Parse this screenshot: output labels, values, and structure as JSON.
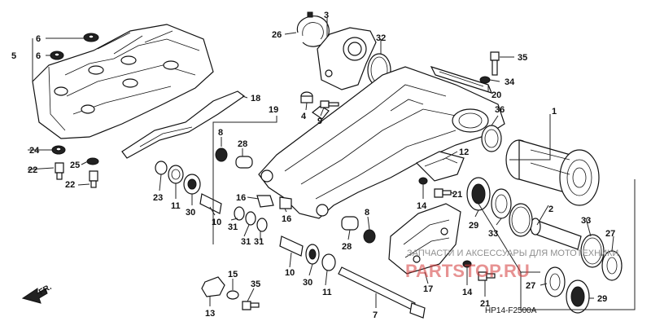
{
  "diagram": {
    "part_code": "HP14-F2500A",
    "front_indicator": "FR.",
    "watermark_text": "ЗАПЧАСТИ И АКСЕССУАРЫ ДЛЯ МОТОТЕХНИКИ",
    "watermark_logo": "PARTSTOP.RU",
    "callouts": [
      {
        "id": "c5",
        "text": "5"
      },
      {
        "id": "c6a",
        "text": "6"
      },
      {
        "id": "c6b",
        "text": "6"
      },
      {
        "id": "c24",
        "text": "24"
      },
      {
        "id": "c25",
        "text": "25"
      },
      {
        "id": "c22a",
        "text": "22"
      },
      {
        "id": "c22b",
        "text": "22"
      },
      {
        "id": "c26",
        "text": "26"
      },
      {
        "id": "c3",
        "text": "3"
      },
      {
        "id": "c32",
        "text": "32"
      },
      {
        "id": "c35a",
        "text": "35"
      },
      {
        "id": "c34",
        "text": "34"
      },
      {
        "id": "c20",
        "text": "20"
      },
      {
        "id": "c18",
        "text": "18"
      },
      {
        "id": "c19",
        "text": "19"
      },
      {
        "id": "c4",
        "text": "4"
      },
      {
        "id": "c9",
        "text": "9"
      },
      {
        "id": "c36",
        "text": "36"
      },
      {
        "id": "c1",
        "text": "1"
      },
      {
        "id": "c12",
        "text": "12"
      },
      {
        "id": "c8a",
        "text": "8"
      },
      {
        "id": "c28a",
        "text": "28"
      },
      {
        "id": "c23",
        "text": "23"
      },
      {
        "id": "c11a",
        "text": "11"
      },
      {
        "id": "c30a",
        "text": "30"
      },
      {
        "id": "c10a",
        "text": "10"
      },
      {
        "id": "c16a",
        "text": "16"
      },
      {
        "id": "c16b",
        "text": "16"
      },
      {
        "id": "c31a",
        "text": "31"
      },
      {
        "id": "c31b",
        "text": "31"
      },
      {
        "id": "c31c",
        "text": "31"
      },
      {
        "id": "c8b",
        "text": "8"
      },
      {
        "id": "c28b",
        "text": "28"
      },
      {
        "id": "c14a",
        "text": "14"
      },
      {
        "id": "c21a",
        "text": "21"
      },
      {
        "id": "c29a",
        "text": "29"
      },
      {
        "id": "c33a",
        "text": "33"
      },
      {
        "id": "c2",
        "text": "2"
      },
      {
        "id": "c33b",
        "text": "33"
      },
      {
        "id": "c27a",
        "text": "27"
      },
      {
        "id": "c17",
        "text": "17"
      },
      {
        "id": "c14b",
        "text": "14"
      },
      {
        "id": "c21b",
        "text": "21"
      },
      {
        "id": "c27b",
        "text": "27"
      },
      {
        "id": "c29b",
        "text": "29"
      },
      {
        "id": "c15",
        "text": "15"
      },
      {
        "id": "c35b",
        "text": "35"
      },
      {
        "id": "c13",
        "text": "13"
      },
      {
        "id": "c10b",
        "text": "10"
      },
      {
        "id": "c30b",
        "text": "30"
      },
      {
        "id": "c11b",
        "text": "11"
      },
      {
        "id": "c7",
        "text": "7"
      }
    ]
  }
}
